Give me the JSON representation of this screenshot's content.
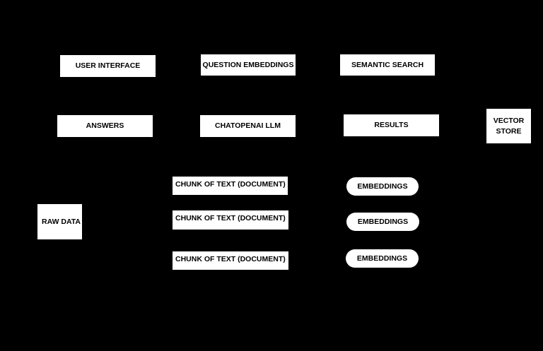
{
  "diagram": {
    "background_color": "#000000",
    "box_color": "#ffffff",
    "text_color": "#000000",
    "nodes": {
      "user_interface": "USER INTERFACE",
      "question_embeddings": "QUESTION EMBEDDINGS",
      "semantic_search": "SEMANTIC SEARCH",
      "answers": "ANSWERS",
      "chat_llm": "CHATOPENAI LLM",
      "results": "RESULTS",
      "vector_store": "VECTOR STORE",
      "raw_data": "RAW DATA",
      "chunks": [
        "CHUNK OF TEXT (DOCUMENT)",
        "CHUNK OF TEXT (DOCUMENT)",
        "CHUNK OF TEXT (DOCUMENT)"
      ],
      "embeddings": [
        "EMBEDDINGS",
        "EMBEDDINGS",
        "EMBEDDINGS"
      ]
    }
  }
}
